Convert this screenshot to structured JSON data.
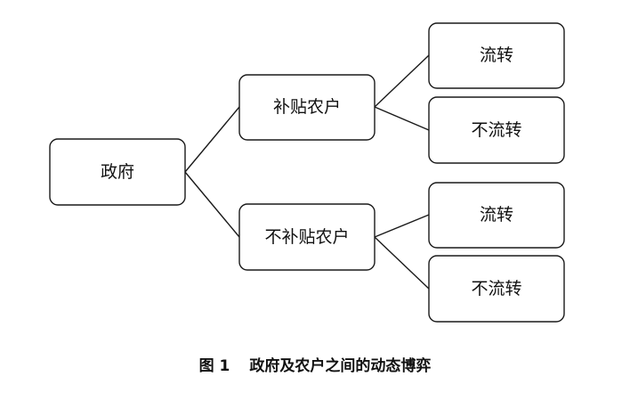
{
  "diagram": {
    "root": "政府",
    "level1": {
      "subsidy": "补贴农户",
      "no_subsidy": "不补贴农户"
    },
    "level2": {
      "subsidy_transfer": "流转",
      "subsidy_no_transfer": "不流转",
      "no_subsidy_transfer": "流转",
      "no_subsidy_no_transfer": "不流转"
    }
  },
  "caption": {
    "figure_number": "图 1",
    "text": "政府及农户之间的动态博弈"
  }
}
